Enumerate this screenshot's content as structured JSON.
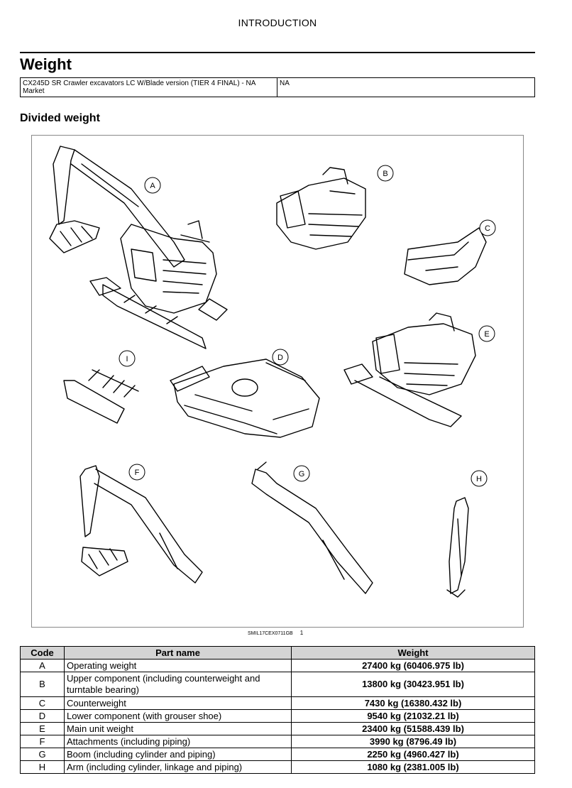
{
  "header": {
    "title": "INTRODUCTION"
  },
  "section": {
    "title": "Weight"
  },
  "model_row": {
    "model": "CX245D SR Crawler excavators LC W/Blade version (TIER 4 FINAL) - NA Market",
    "market": "NA"
  },
  "subsection": {
    "title": "Divided weight"
  },
  "figure": {
    "ref_code": "SMIL17CEX0711GB",
    "ref_number": "1",
    "callouts": [
      "A",
      "B",
      "C",
      "D",
      "E",
      "F",
      "G",
      "H",
      "I"
    ]
  },
  "table": {
    "headers": {
      "code": "Code",
      "part": "Part name",
      "weight": "Weight"
    },
    "rows": [
      {
        "code": "A",
        "part": "Operating weight",
        "weight": "27400 kg (60406.975 lb)"
      },
      {
        "code": "B",
        "part": "Upper component (including counterweight and turntable bearing)",
        "weight": "13800 kg (30423.951 lb)"
      },
      {
        "code": "C",
        "part": "Counterweight",
        "weight": "7430 kg (16380.432 lb)"
      },
      {
        "code": "D",
        "part": "Lower component (with grouser shoe)",
        "weight": "9540 kg (21032.21 lb)"
      },
      {
        "code": "E",
        "part": "Main unit weight",
        "weight": "23400 kg (51588.439 lb)"
      },
      {
        "code": "F",
        "part": "Attachments (including piping)",
        "weight": "3990 kg (8796.49 lb)"
      },
      {
        "code": "G",
        "part": "Boom (including cylinder and piping)",
        "weight": "2250 kg (4960.427 lb)"
      },
      {
        "code": "H",
        "part": "Arm (including cylinder, linkage and piping)",
        "weight": "1080 kg (2381.005 lb)"
      }
    ]
  }
}
